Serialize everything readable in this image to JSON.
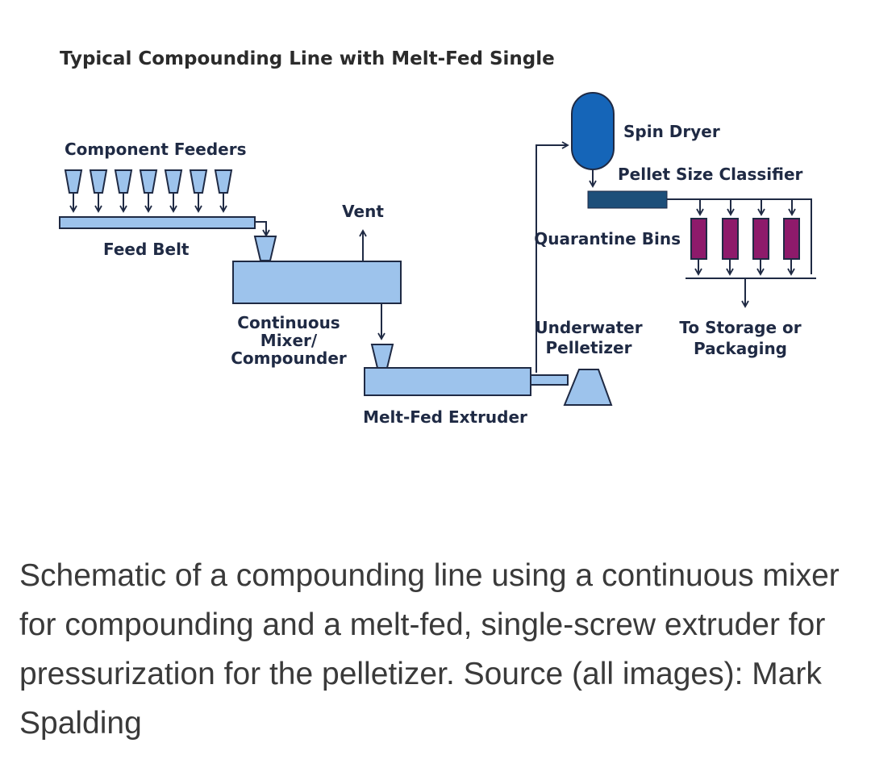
{
  "diagram": {
    "title": "Typical Compounding Line with Melt-Fed Single",
    "labels": {
      "component_feeders": "Component Feeders",
      "feed_belt": "Feed Belt",
      "vent": "Vent",
      "mixer_line1": "Continuous",
      "mixer_line2": "Mixer/",
      "mixer_line3": "Compounder",
      "extruder": "Melt-Fed Extruder",
      "pelletizer_line1": "Underwater",
      "pelletizer_line2": "Pelletizer",
      "spin_dryer": "Spin Dryer",
      "classifier": "Pellet Size Classifier",
      "quarantine": "Quarantine Bins",
      "storage_line1": "To Storage or",
      "storage_line2": "Packaging"
    },
    "colors": {
      "equipment_fill": "#9dc3ec",
      "outline": "#1f2a44",
      "spin_dryer": "#1565b8",
      "classifier": "#1d4f7a",
      "bins": "#8e1a6b"
    }
  },
  "caption": "Schematic of a compounding line using a continuous mixer for compounding and a melt-fed, single-screw extruder for pressurization for the pelletizer. Source (all images): Mark Spalding"
}
